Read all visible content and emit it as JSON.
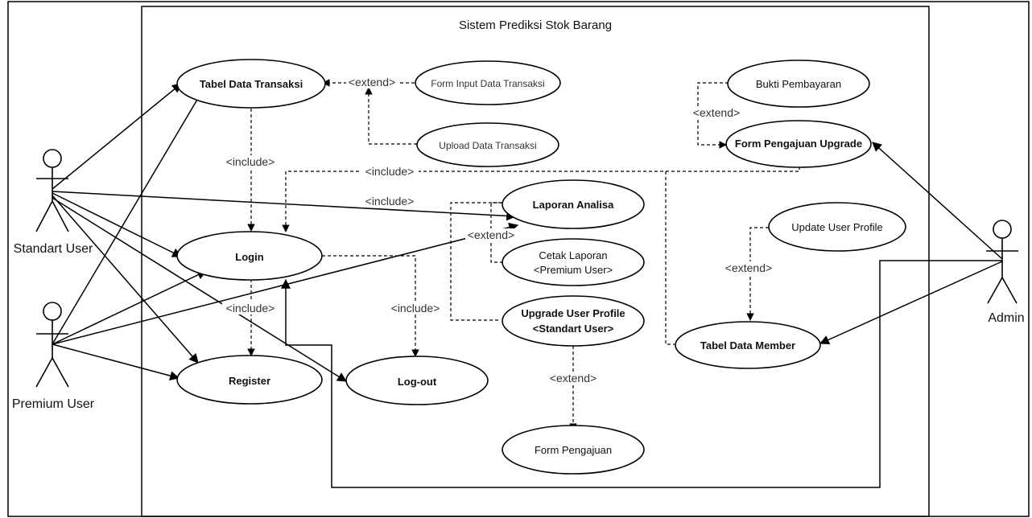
{
  "system_title": "Sistem Prediksi Stok Barang",
  "actors": {
    "standard_user": "Standart User",
    "premium_user": "Premium User",
    "admin": "Admin"
  },
  "use_cases": {
    "tabel_data_transaksi": "Tabel Data Transaksi",
    "form_input_data_transaksi": "Form Input Data Transaksi",
    "upload_data_transaksi": "Upload Data Transaksi",
    "login": "Login",
    "register": "Register",
    "log_out": "Log-out",
    "laporan_analisa": "Laporan Analisa",
    "cetak_laporan_line1": "Cetak Laporan",
    "cetak_laporan_line2": "<Premium User>",
    "upgrade_user_profile_line1": "Upgrade User Profile",
    "upgrade_user_profile_line2": "<Standart User>",
    "form_pengajuan": "Form Pengajuan",
    "bukti_pembayaran": "Bukti Pembayaran",
    "form_pengajuan_upgrade": "Form Pengajuan Upgrade",
    "update_user_profile": "Update User Profile",
    "tabel_data_member": "Tabel Data Member"
  },
  "relation_labels": {
    "extend": "<extend>",
    "include": "<include>"
  }
}
